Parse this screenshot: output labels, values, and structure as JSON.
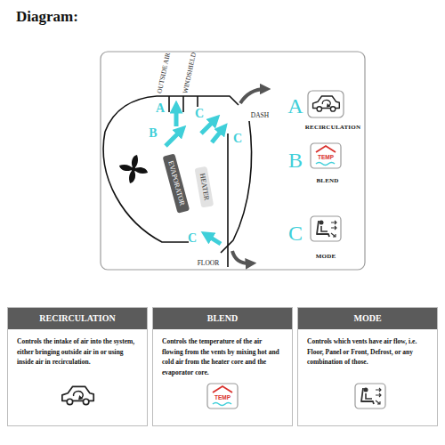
{
  "diagram": {
    "title": "Diagram:",
    "nodes": [
      {
        "text": [
          "EVAPORATOR"
        ]
      },
      {
        "text": [
          "HEATER"
        ]
      },
      {
        "text": [
          "RECIRCULATION",
          "Controls the intake of air into the system, either bringing outside air in or using inside air in recirculation."
        ]
      },
      {
        "text": [
          "BLEND",
          "Controls the temperature of the air flowing from the vents by mixing hot and cold air from the heater core and the evaporator core."
        ]
      },
      {
        "text": [
          "MODE",
          "Controls which vents have air flow, i.e. Floor, Panel or Front, Defrost, or any combination of those."
        ]
      }
    ],
    "labels": [
      "OUTSIDE AIR",
      "WINDSHIELD",
      "DASH",
      "A",
      "B",
      "C",
      "C",
      "C",
      "FLOOR",
      "A",
      "RECIRCULATION",
      "B",
      "TEMP",
      "BLEND",
      "C",
      "MODE",
      "TEMP"
    ]
  }
}
